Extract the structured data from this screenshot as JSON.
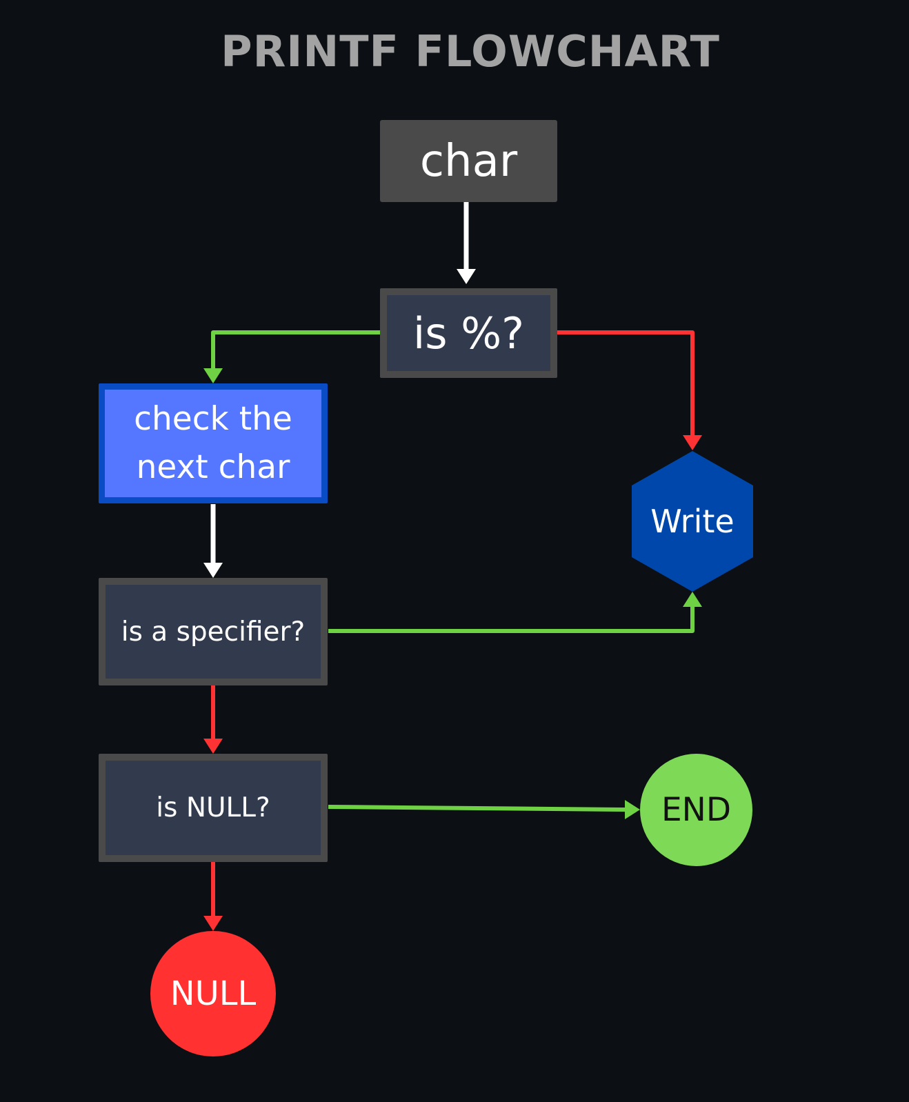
{
  "diagram": {
    "title": "PRINTF FLOWCHART",
    "nodes": {
      "char": "char",
      "is_percent": "is %?",
      "check_next": "check the\nnext char",
      "is_specifier": "is a specifier?",
      "is_null": "is NULL?",
      "write": "Write",
      "end": "END",
      "null": "NULL"
    },
    "colors": {
      "background": "#0c0f13",
      "yes_edge": "#6fd144",
      "no_edge": "#ff3333",
      "flow_edge": "#ffffff",
      "write_fill": "#0047ab",
      "end_fill": "#7ed957",
      "null_fill": "#ff3131"
    }
  }
}
